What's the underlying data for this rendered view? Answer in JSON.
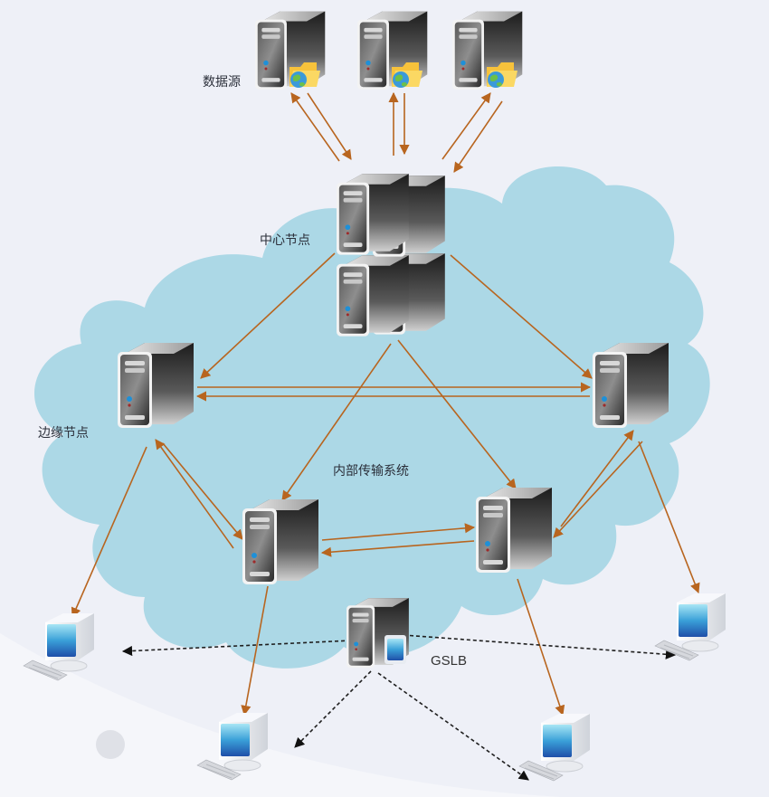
{
  "diagram": {
    "title": "CDN network architecture",
    "labels": {
      "data_source": "数据源",
      "center_node": "中心节点",
      "edge_node": "边缘节点",
      "internal_transport": "内部传输系统",
      "gslb": "GSLB"
    },
    "nodes": [
      {
        "id": "ds1",
        "type": "data-source-server",
        "group": "data_source"
      },
      {
        "id": "ds2",
        "type": "data-source-server",
        "group": "data_source"
      },
      {
        "id": "ds3",
        "type": "data-source-server",
        "group": "data_source"
      },
      {
        "id": "center",
        "type": "server-cluster",
        "group": "center_node",
        "count": 4
      },
      {
        "id": "edgeL",
        "type": "server",
        "group": "edge_node"
      },
      {
        "id": "edgeR",
        "type": "server",
        "group": "edge_node"
      },
      {
        "id": "edgeBL",
        "type": "server",
        "group": "edge_node"
      },
      {
        "id": "edgeBR",
        "type": "server",
        "group": "edge_node"
      },
      {
        "id": "gslb",
        "type": "gslb-server",
        "group": "gslb"
      },
      {
        "id": "clientL",
        "type": "client-pc"
      },
      {
        "id": "clientR",
        "type": "client-pc"
      },
      {
        "id": "clientBL",
        "type": "client-pc"
      },
      {
        "id": "clientBR",
        "type": "client-pc"
      }
    ],
    "edges": [
      {
        "from": "ds1",
        "to": "center",
        "style": "solid",
        "bidirectional": true
      },
      {
        "from": "ds2",
        "to": "center",
        "style": "solid",
        "bidirectional": true
      },
      {
        "from": "ds3",
        "to": "center",
        "style": "solid",
        "bidirectional": true
      },
      {
        "from": "center",
        "to": "edgeL",
        "style": "solid"
      },
      {
        "from": "center",
        "to": "edgeR",
        "style": "solid"
      },
      {
        "from": "center",
        "to": "edgeBL",
        "style": "solid"
      },
      {
        "from": "center",
        "to": "edgeBR",
        "style": "solid"
      },
      {
        "from": "edgeL",
        "to": "edgeR",
        "style": "solid",
        "bidirectional": true
      },
      {
        "from": "edgeL",
        "to": "edgeBL",
        "style": "solid",
        "bidirectional": true
      },
      {
        "from": "edgeR",
        "to": "edgeBR",
        "style": "solid",
        "bidirectional": true
      },
      {
        "from": "edgeBL",
        "to": "edgeBR",
        "style": "solid",
        "bidirectional": true
      },
      {
        "from": "edgeL",
        "to": "clientL",
        "style": "solid"
      },
      {
        "from": "edgeR",
        "to": "clientR",
        "style": "solid"
      },
      {
        "from": "edgeBL",
        "to": "clientBL",
        "style": "solid"
      },
      {
        "from": "edgeBR",
        "to": "clientBR",
        "style": "solid"
      },
      {
        "from": "gslb",
        "to": "clientL",
        "style": "dashed"
      },
      {
        "from": "gslb",
        "to": "clientR",
        "style": "dashed"
      },
      {
        "from": "gslb",
        "to": "clientBL",
        "style": "dashed"
      },
      {
        "from": "gslb",
        "to": "clientBR",
        "style": "dashed"
      }
    ],
    "colors": {
      "background": "#eef0f7",
      "cloud": "#acd8e6",
      "arrow": "#b8651f",
      "dashed_arrow": "#1f1f1f",
      "led": "#1e90d8",
      "screen": "#2f86c9"
    }
  }
}
